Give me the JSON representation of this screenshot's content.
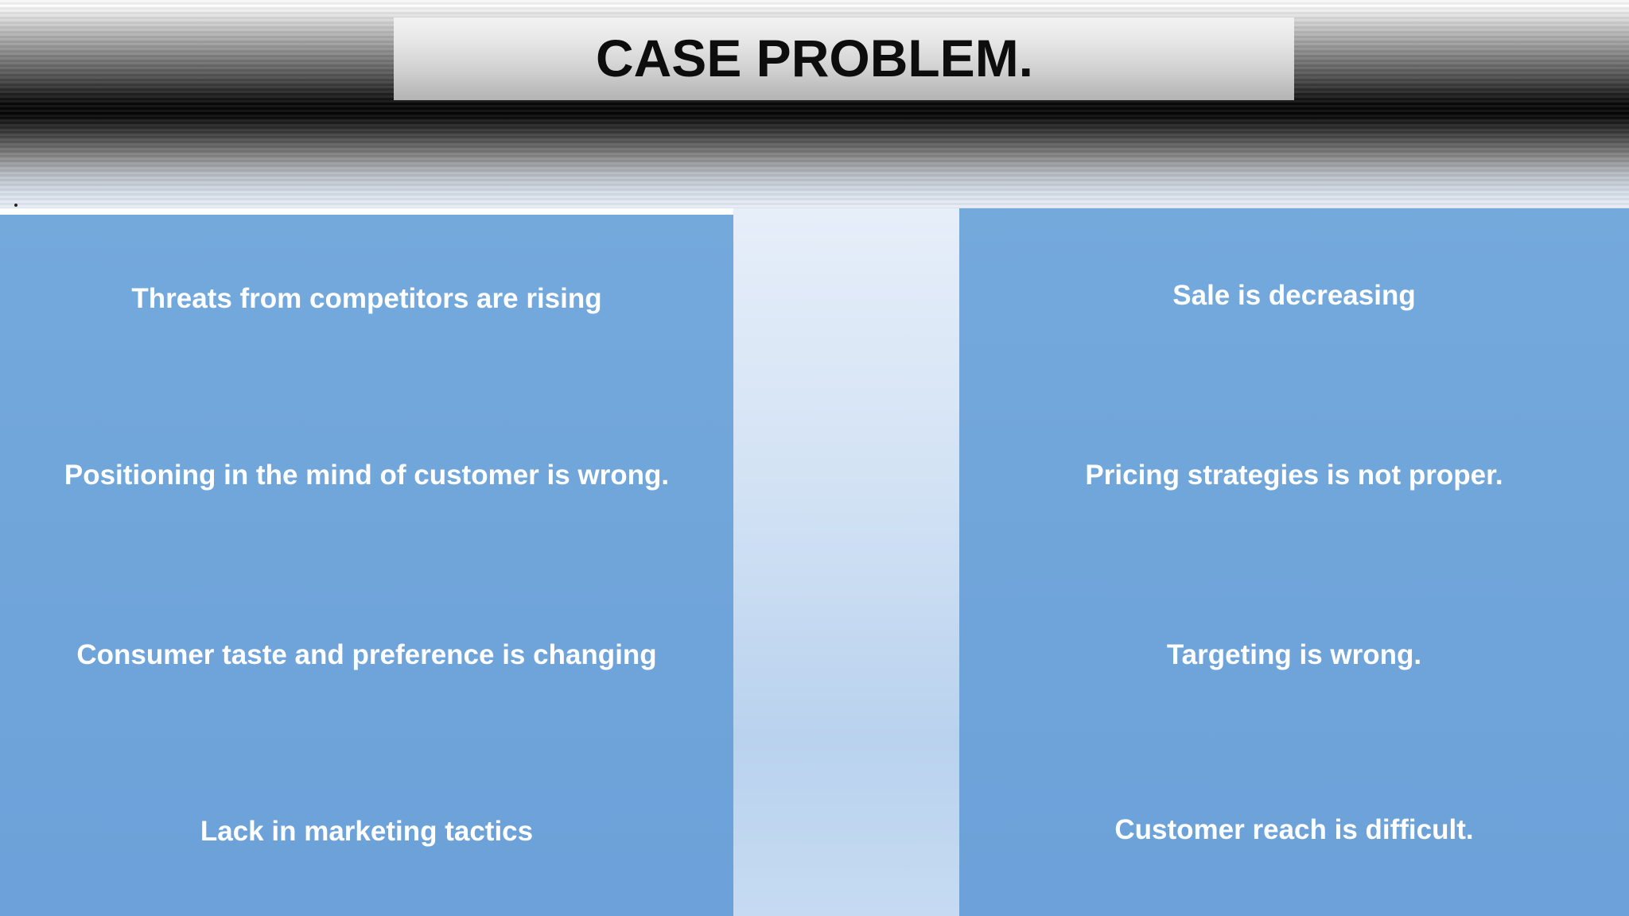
{
  "slide": {
    "title": "CASE PROBLEM.",
    "left_points": [
      "Threats from competitors are rising",
      "Positioning in the mind of customer is wrong.",
      "Consumer taste and preference is changing",
      "Lack in marketing tactics"
    ],
    "right_points": [
      "Sale is decreasing",
      "Pricing strategies is not proper.",
      "Targeting is wrong.",
      "Customer reach is difficult."
    ]
  },
  "colors": {
    "panel_blue": "#6fa4da",
    "text_white": "#ffffff",
    "title_black": "#0d0d0d"
  }
}
